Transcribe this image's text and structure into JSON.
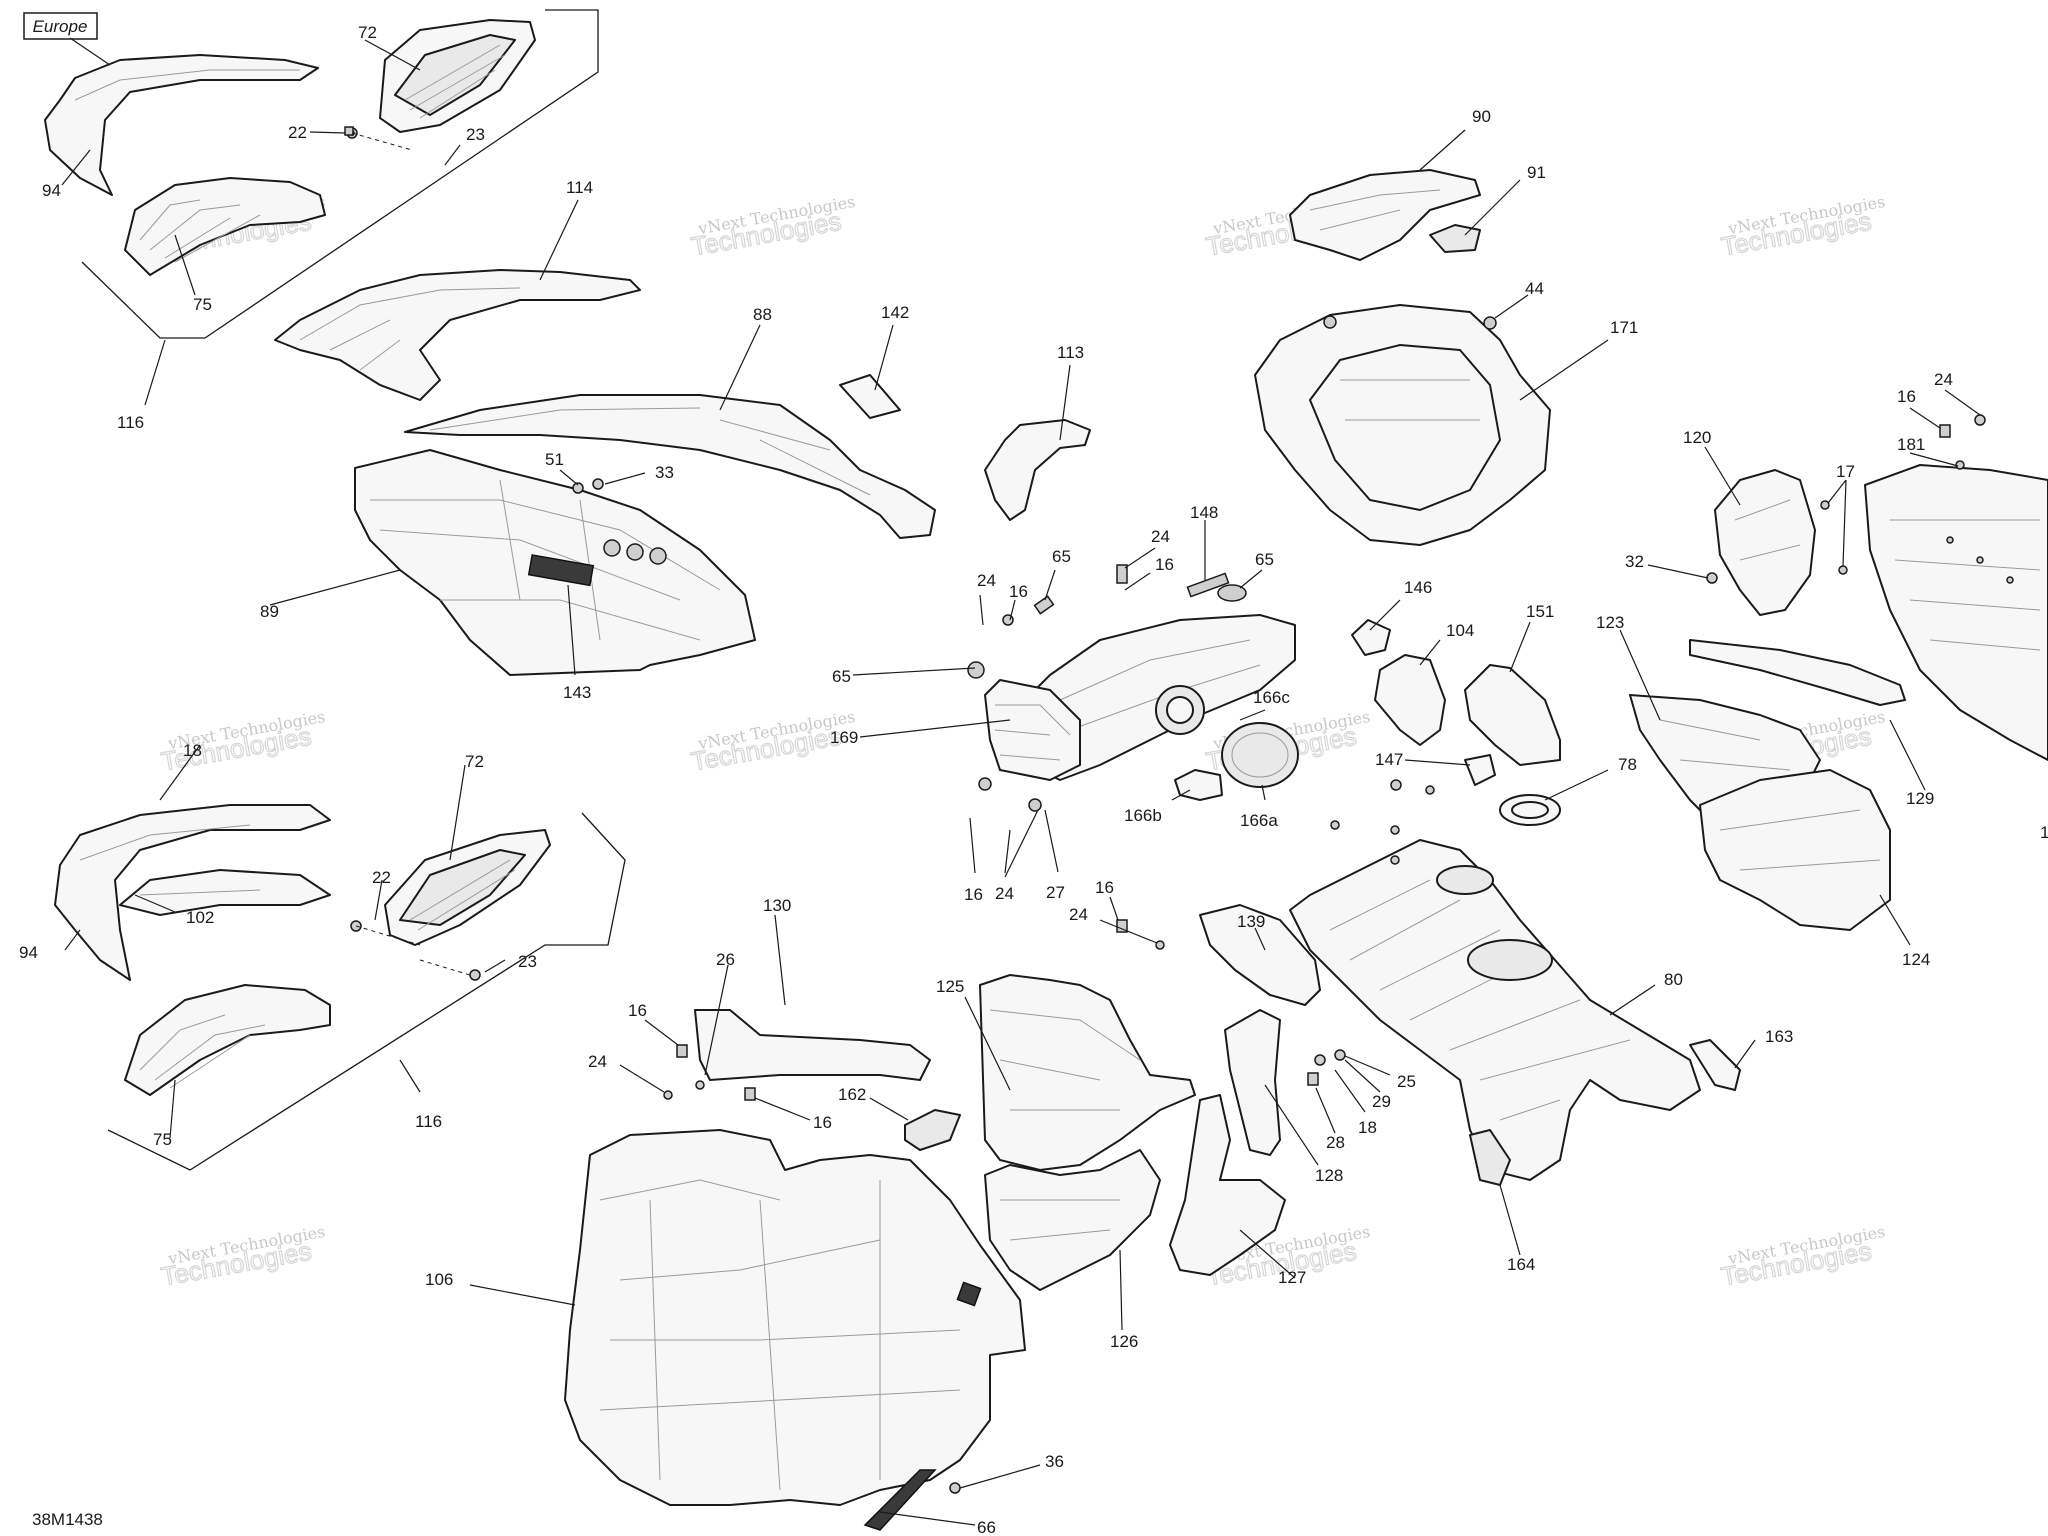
{
  "region_label": "Europe",
  "drawing_code": "38M1438",
  "watermark": {
    "line1": "vNext Technologies",
    "line2": "Technologies"
  },
  "callouts": [
    "72",
    "22",
    "23",
    "94",
    "75",
    "116",
    "114",
    "88",
    "142",
    "51",
    "33",
    "89",
    "143",
    "113",
    "90",
    "91",
    "44",
    "171",
    "148",
    "24",
    "16",
    "65",
    "24",
    "16",
    "65",
    "65",
    "169",
    "166c",
    "146",
    "104",
    "151",
    "166b",
    "166a",
    "147",
    "78",
    "16",
    "24",
    "27",
    "123",
    "120",
    "16",
    "24",
    "181",
    "17",
    "32",
    "129",
    "124",
    "18",
    "72",
    "94",
    "102",
    "22",
    "23",
    "75",
    "116",
    "130",
    "26",
    "16",
    "24",
    "16",
    "162",
    "125",
    "139",
    "16",
    "24",
    "80",
    "25",
    "29",
    "18",
    "28",
    "128",
    "163",
    "164",
    "106",
    "127",
    "126",
    "36",
    "66",
    "1"
  ]
}
